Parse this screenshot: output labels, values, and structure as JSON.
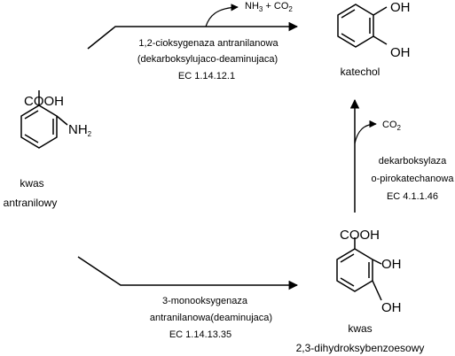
{
  "compounds": {
    "anthranilate": {
      "group_top": "COOH",
      "group_side": "NH",
      "group_side_sub": "2",
      "name_line1": "kwas",
      "name_line2": "antranilowy"
    },
    "catechol": {
      "group_oh1": "OH",
      "group_oh2": "OH",
      "name": "katechol"
    },
    "dhb": {
      "group_top": "COOH",
      "group_oh1": "OH",
      "group_oh2": "OH",
      "name_line1": "kwas",
      "name_line2": "2,3-dihydroksybenzoesowy"
    }
  },
  "reactions": {
    "dioxygenase": {
      "byproduct": "NH",
      "byproduct_sub": "3",
      "byproduct_rest": " + CO",
      "byproduct_rest_sub": "2",
      "enzyme_line1": "1,2-cioksygenaza antranilanowa",
      "enzyme_line2": "(dekarboksylujaco-deaminujaca)",
      "ec": "EC 1.14.12.1"
    },
    "decarboxylase": {
      "byproduct": "CO",
      "byproduct_sub": "2",
      "enzyme_line1": "dekarboksylaza",
      "enzyme_line2": "o-pirokatechanowa",
      "ec": "EC 4.1.1.46"
    },
    "monooxygenase": {
      "enzyme_line1": "3-monooksygenaza",
      "enzyme_line2": "antranilanowa(deaminujaca)",
      "ec": "EC 1.14.13.35"
    }
  }
}
